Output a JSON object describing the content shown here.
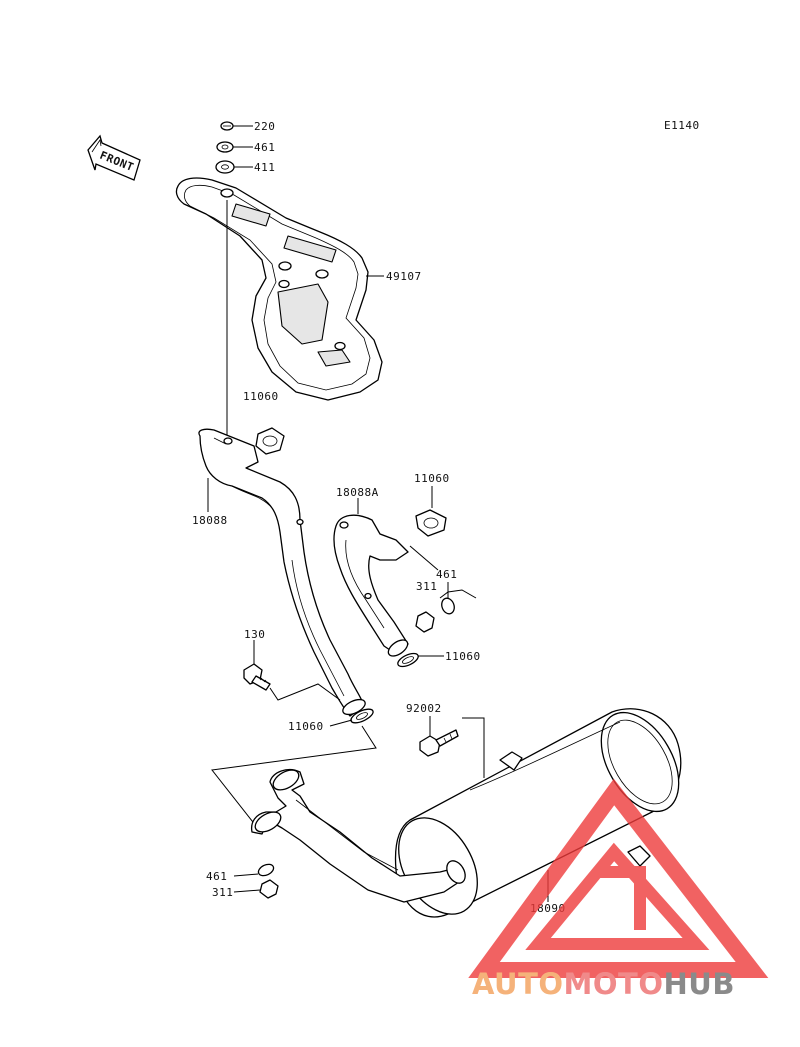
{
  "diagram_code": "E1140",
  "front_label": "FRONT",
  "parts": {
    "p220": "220",
    "p461_top": "461",
    "p411": "411",
    "p49107": "49107",
    "p11060_a": "11060",
    "p18088": "18088",
    "p18088a": "18088A",
    "p11060_b": "11060",
    "p461_mid": "461",
    "p311_mid": "311",
    "p130": "130",
    "p11060_c": "11060",
    "p11060_d": "11060",
    "p92002": "92002",
    "p461_low": "461",
    "p311_low": "311",
    "p18090": "18090"
  },
  "watermark": {
    "part1": "AUTO",
    "part2": "MOTO",
    "part3": "HUB",
    "color1": "#f5b27a",
    "color2": "#f08a8a",
    "color3": "#8a8a8a",
    "logo_color": "#ee3b3b"
  }
}
